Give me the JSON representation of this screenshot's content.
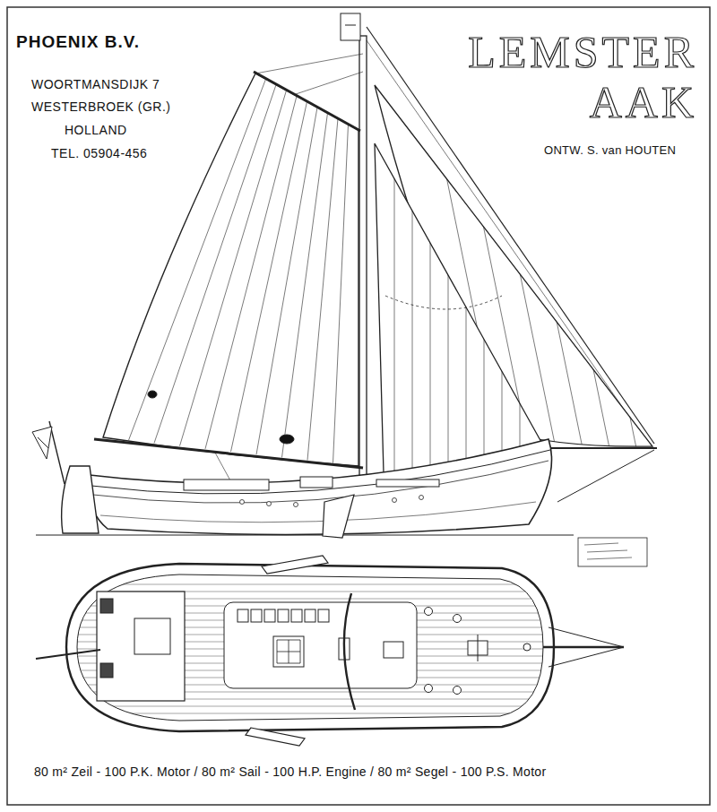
{
  "diagram": {
    "title": "LEMSTER AAK",
    "caption": "80 m² Zeil - 100 P.K. Motor / 80 m² Sail - 100 H.P. Engine / 80 m² Segel - 100 P.S. Motor",
    "labels": [
      "PHOENIX B.V.",
      "WOORTMANSDIJK 7",
      "WESTERBROEK (GR.)",
      "HOLLAND",
      "TEL. 05904-456",
      "ONTW. S. van HOUTEN"
    ]
  }
}
